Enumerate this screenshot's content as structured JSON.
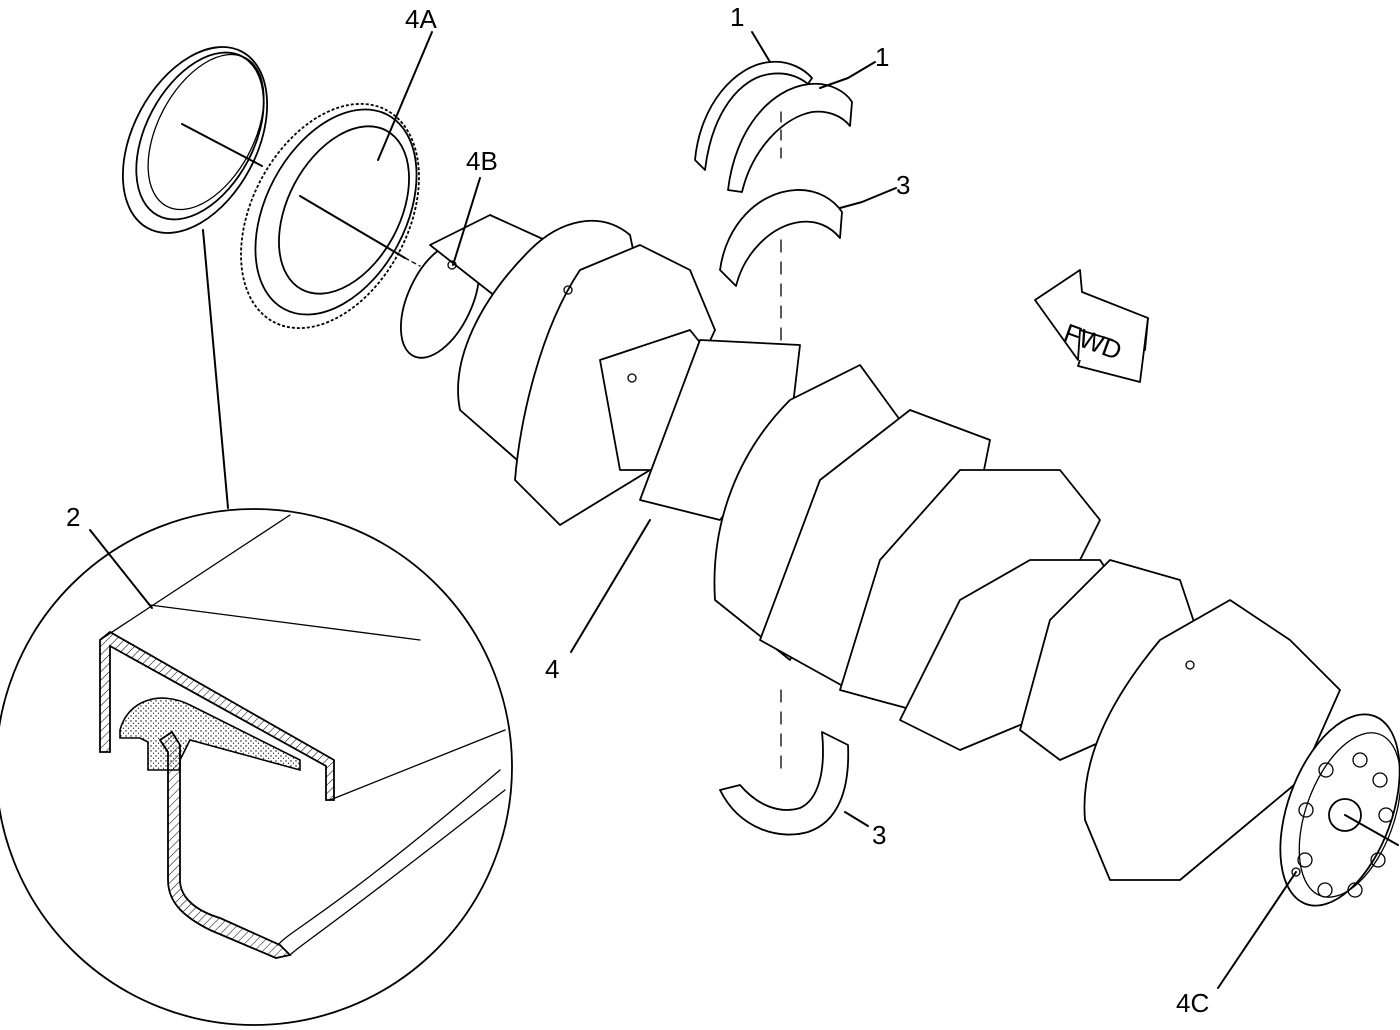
{
  "callouts": {
    "c1a": "1",
    "c1b": "1",
    "c2": "2",
    "c3a": "3",
    "c3b": "3",
    "c4": "4",
    "c4a": "4A",
    "c4b": "4B",
    "c4c": "4C"
  },
  "direction_arrow": {
    "label": "FWD"
  }
}
